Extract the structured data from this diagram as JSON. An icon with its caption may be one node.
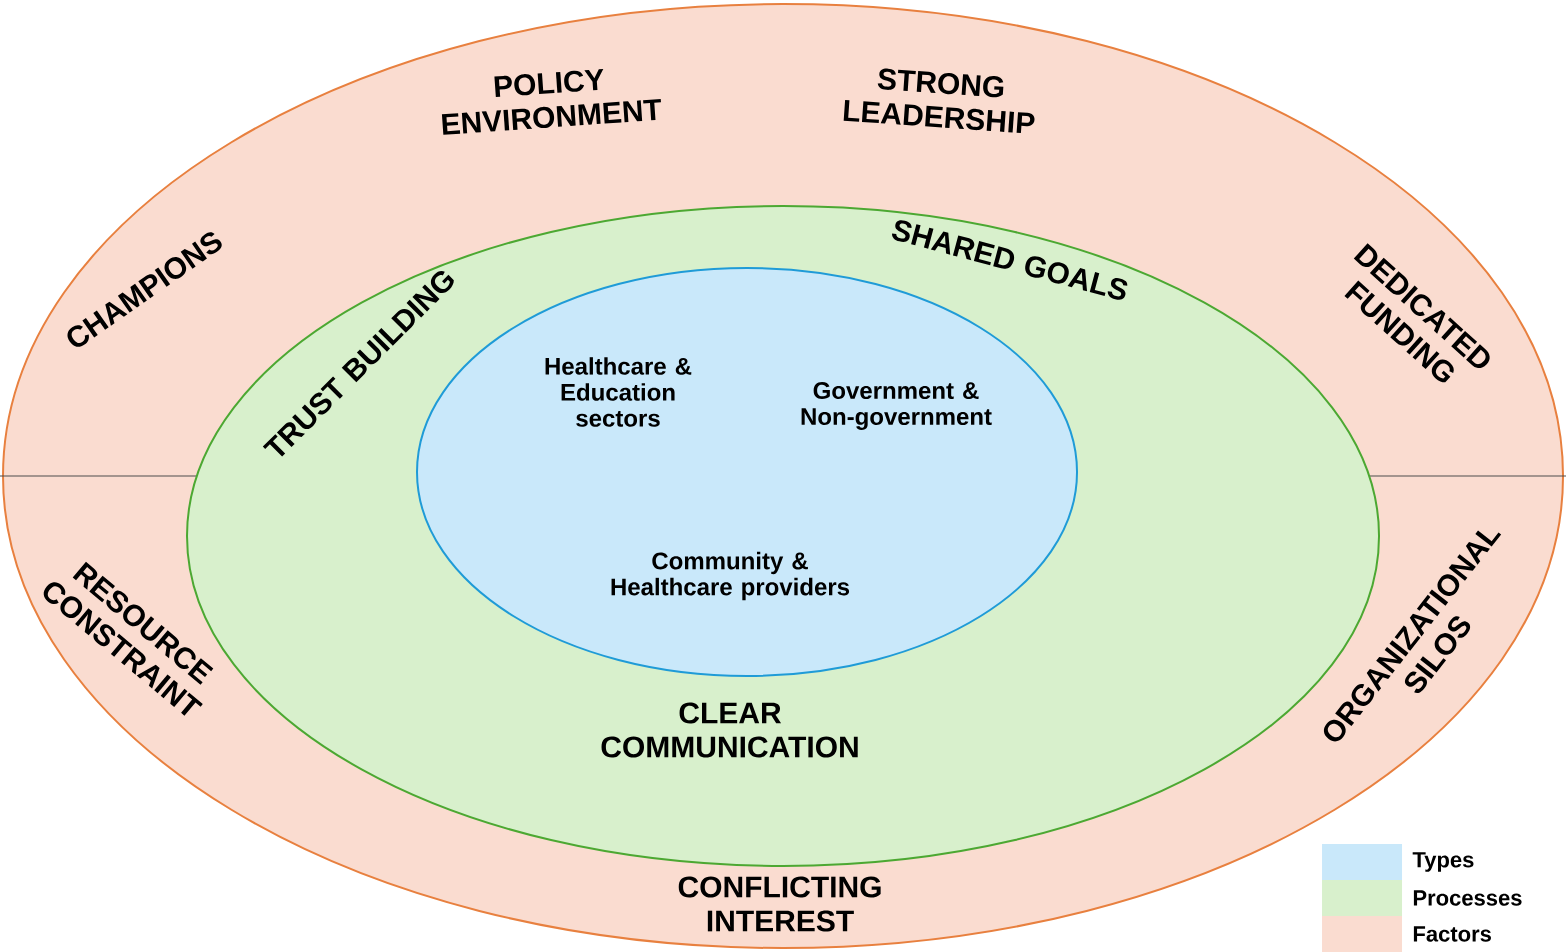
{
  "diagram": {
    "nodes": [
      {
        "text": [
          "POLICY ENVIRONMENT",
          "STRONG LEADERSHIP",
          "CHAMPIONS",
          "DEDICATED FUNDING",
          "RESOURCE CONSTRAINT",
          "ORGANIZATIONAL SILOS",
          "CONFLICTING INTEREST"
        ]
      },
      {
        "text": [
          "TRUST BUILDING",
          "SHARED GOALS",
          "CLEAR COMMUNICATION"
        ],
        "in": 0
      },
      {
        "text": [
          "Healthcare & Education sectors",
          "Government & Non-government",
          "Community & Healthcare providers"
        ],
        "in": 1
      }
    ],
    "edges": [],
    "legend": [
      {
        "text": "Types",
        "color": "#c9e8fa"
      },
      {
        "text": "Processes",
        "color": "#d8f0cc"
      },
      {
        "text": "Factors",
        "color": "#fadcd0"
      }
    ]
  }
}
